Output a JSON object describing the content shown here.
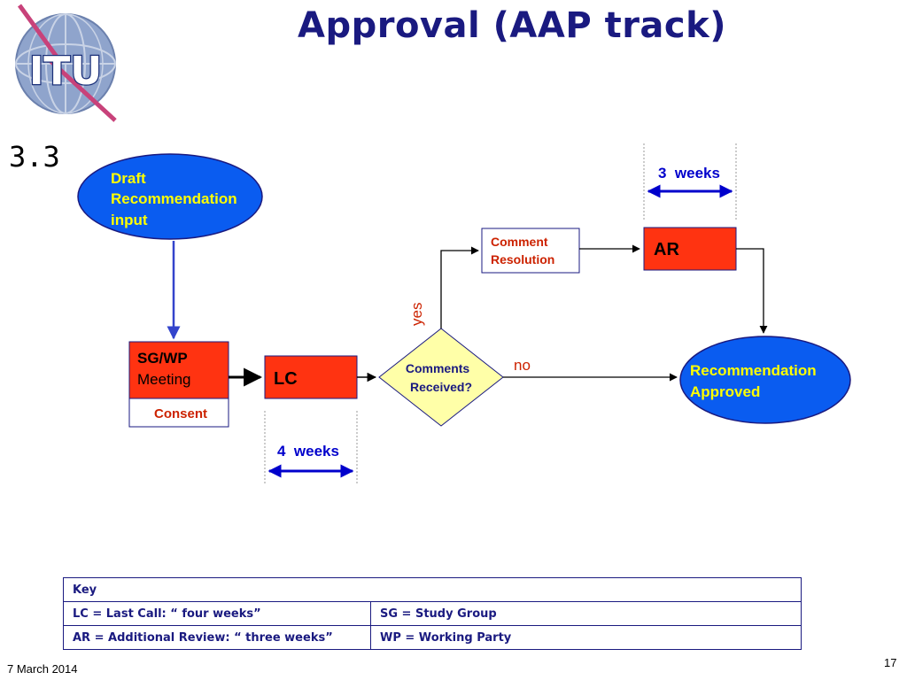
{
  "slide": {
    "title": "Approval (AAP track)",
    "section": "3.3",
    "date": "7 March 2014",
    "page_number": "17"
  },
  "logo": {
    "text": "ITU"
  },
  "diagram": {
    "draft_input": [
      "Draft",
      "Recommendation",
      "input"
    ],
    "sgwp": {
      "line1": "SG/WP",
      "line2": "Meeting",
      "consent": "Consent"
    },
    "lc": "LC",
    "decision": [
      "Comments",
      "Received?"
    ],
    "yes_label": "yes",
    "no_label": "no",
    "comment_resolution": [
      "Comment",
      "Resolution"
    ],
    "ar": "AR",
    "approved": [
      "Recommendation",
      "Approved"
    ],
    "three_weeks": "3  weeks",
    "four_weeks": "4  weeks"
  },
  "key_table": {
    "header": "Key",
    "rows": [
      [
        "LC = Last Call: “ four weeks”",
        "SG = Study Group"
      ],
      [
        "AR = Additional Review: “ three weeks”",
        "WP = Working Party"
      ]
    ]
  },
  "colors": {
    "title": "#1a1a80",
    "ellipse_fill": "#0a5cf0",
    "ellipse_text": "#ffff00",
    "red_box": "#ff3311",
    "diamond_fill": "#ffffa8",
    "dark_blue": "#1a1a80",
    "label_red": "#cc2200",
    "arrow_blue": "#0000cc"
  }
}
